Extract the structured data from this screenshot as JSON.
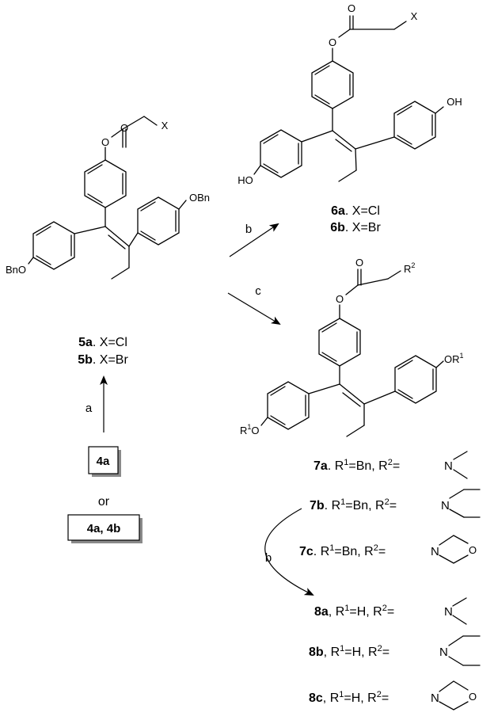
{
  "atoms": {
    "o": "O",
    "x": "X",
    "obn": "OBn",
    "bno": "BnO",
    "oh": "OH",
    "ho": "HO",
    "n": "N",
    "or1_o": "OR",
    "r1o_r": "R",
    "sup1": "1",
    "sup2": "2",
    "r": "R",
    "o_ring": "O"
  },
  "compounds": {
    "c5a": {
      "num": "5a",
      "rest": ". X=Cl"
    },
    "c5b": {
      "num": "5b",
      "rest": ". X=Br"
    },
    "c6a": {
      "num": "6a",
      "rest": ". X=Cl"
    },
    "c6b": {
      "num": "6b",
      "rest": ". X=Br"
    },
    "c7a": {
      "num": "7a",
      "rest1": ". R",
      "rest2": "=Bn, R",
      "rest3": "="
    },
    "c7b": {
      "num": "7b",
      "rest1": ". R",
      "rest2": "=Bn, R",
      "rest3": "="
    },
    "c7c": {
      "num": "7c",
      "rest1": ". R",
      "rest2": "=Bn, R",
      "rest3": "="
    },
    "c8a": {
      "num": "8a",
      "rest1": ", R",
      "rest2": "=H, R",
      "rest3": "="
    },
    "c8b": {
      "num": "8b",
      "rest1": ", R",
      "rest2": "=H, R",
      "rest3": "="
    },
    "c8c": {
      "num": "8c",
      "rest1": ", R",
      "rest2": "=H, R",
      "rest3": "="
    }
  },
  "reagents": {
    "a": "a",
    "b_top": "b",
    "c": "c",
    "b_bottom": "b"
  },
  "start_boxes": {
    "top": "4a",
    "or": "or",
    "bottom": "4a, 4b"
  }
}
